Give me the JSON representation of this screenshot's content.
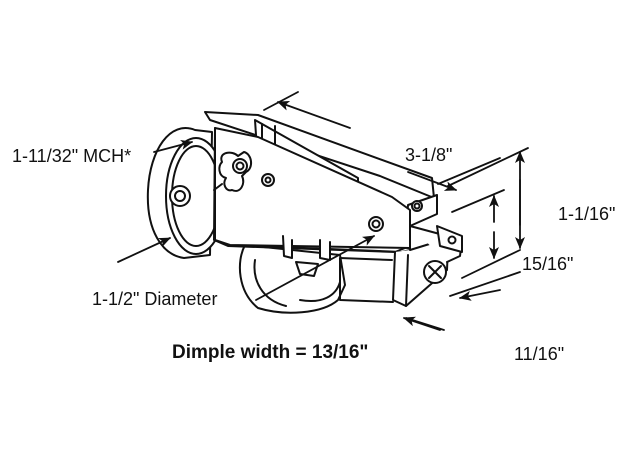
{
  "labels": {
    "mch": "1-11/32\" MCH*",
    "length": "3-1/8\"",
    "height": "1-1/16\"",
    "inner_height": "15/16\"",
    "diameter": "1-1/2\" Diameter",
    "dimple": "Dimple width = 13/16\"",
    "width": "11/16\""
  },
  "colors": {
    "stroke": "#111111",
    "fill": "#ffffff",
    "text": "#111111"
  }
}
